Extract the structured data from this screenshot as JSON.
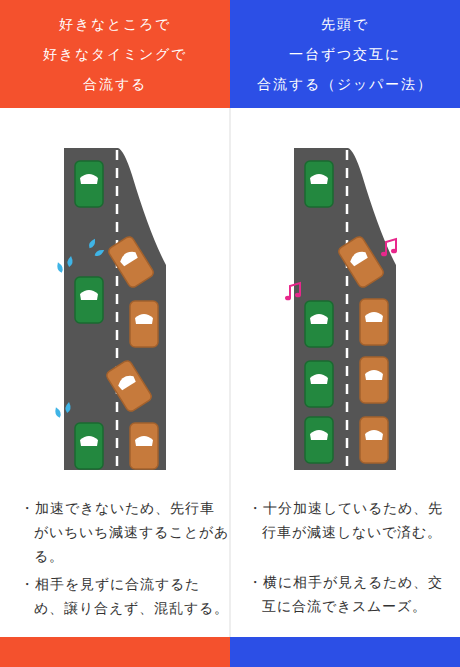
{
  "diagram": {
    "nodes": [
      {
        "text": [
          "好きなところで 好きなタイミングで 合流する"
        ]
      },
      {
        "text": [
          "先頭で 一台ずつ交互に 合流する（ジッパー法）"
        ]
      }
    ],
    "labels": [
      "・加速できないため、先行車がいちいち減速することがある。",
      "・相手を見ずに合流するため、譲り合えず、混乱する。",
      "・十分加速しているため、先行車が減速しないで済む。",
      "・横に相手が見えるため、交互に合流できスムーズ。"
    ]
  }
}
